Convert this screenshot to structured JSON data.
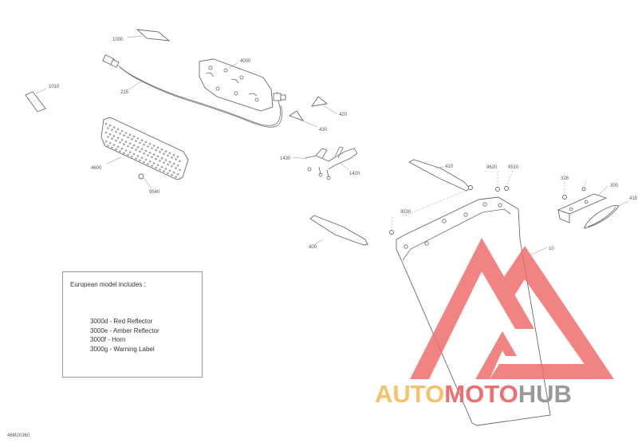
{
  "callouts": {
    "c1000": "1000",
    "c1010": "1010",
    "c215": "215",
    "c4000": "4000",
    "c420": "420",
    "c430": "430",
    "c4600": "4600",
    "c9540": "9540",
    "c1430": "1430",
    "c1420": "1420",
    "c410": "410",
    "c9620": "9620",
    "c9510": "9510",
    "c326": "326",
    "c300": "300",
    "c415": "415",
    "c9530": "9530",
    "c400": "400",
    "c10": "10"
  },
  "note": {
    "title": "European model includes :",
    "items": [
      "3000d - Red Reflector",
      "3000e - Amber Reflector",
      "3000f - Horn",
      "3000g - Warning Label"
    ]
  },
  "reference_code": "46M20360",
  "watermark": {
    "text_auto": "AUTO",
    "text_moto": "MOTO",
    "text_hub": "HUB",
    "color_auto": "#f5c16a",
    "color_moto": "#f06e6e",
    "color_hub": "#9a9a9a"
  }
}
